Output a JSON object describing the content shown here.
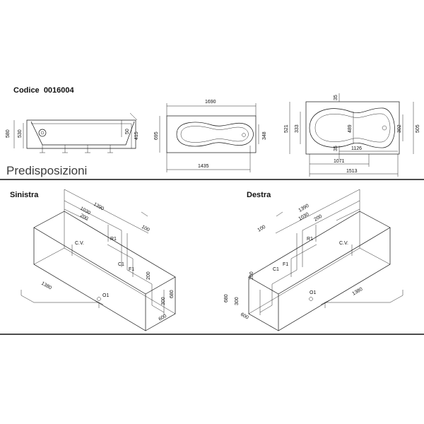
{
  "header": {
    "code_label": "Codice",
    "code_value": "0016004"
  },
  "section": {
    "title": "Predisposizioni"
  },
  "views": {
    "left_label": "Sinistra",
    "right_label": "Destra"
  },
  "side_view": {
    "dims": [
      "580",
      "530",
      "50",
      "415"
    ]
  },
  "top_view_1": {
    "dims": [
      "1690",
      "695",
      "348",
      "1435"
    ]
  },
  "top_view_2": {
    "dims": [
      "35",
      "521",
      "333",
      "489",
      "302",
      "505",
      "35",
      "1126",
      "1071",
      "1513"
    ]
  },
  "left_iso": {
    "dims": [
      "1390",
      "1030",
      "200",
      "100",
      "200",
      "300",
      "680",
      "1380",
      "600"
    ],
    "labels": [
      "C.V.",
      "R1",
      "C1",
      "F1",
      "O1"
    ]
  },
  "right_iso": {
    "dims": [
      "1390",
      "1030",
      "200",
      "100",
      "200",
      "300",
      "680",
      "1380",
      "600"
    ],
    "labels": [
      "C.V.",
      "R1",
      "C1",
      "F1",
      "O1"
    ]
  }
}
